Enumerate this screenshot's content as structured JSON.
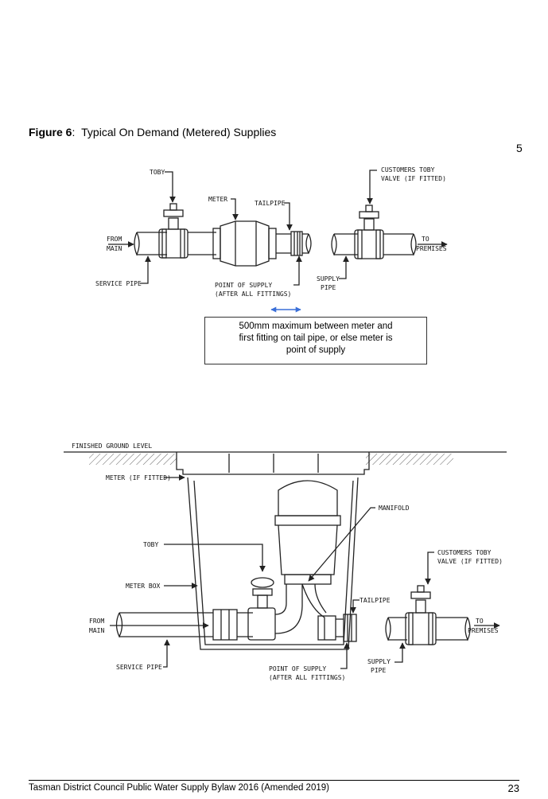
{
  "figure": {
    "label": "Figure 6",
    "sep": ":",
    "title": "Typical On Demand (Metered) Supplies"
  },
  "marker": "5",
  "diagram1": {
    "toby": "TOBY",
    "meter": "METER",
    "tailpipe": "TAILPIPE",
    "customers_toby_1": "CUSTOMERS TOBY",
    "customers_toby_2": "VALVE (IF FITTED)",
    "from": "FROM",
    "main": "MAIN",
    "to": "TO",
    "premises": "PREMISES",
    "service_pipe": "SERVICE PIPE",
    "point_supply_1": "POINT OF SUPPLY",
    "point_supply_2": "(AFTER ALL FITTINGS)",
    "supply": "SUPPLY",
    "pipe": "PIPE"
  },
  "note": {
    "line1": "500mm maximum between meter and",
    "line2": "first fitting on tail pipe, or else meter is",
    "line3": "point of supply"
  },
  "diagram2": {
    "finished_ground": "FINISHED GROUND LEVEL",
    "meter_if_fitted": "METER (IF FITTED)",
    "manifold": "MANIFOLD",
    "toby": "TOBY",
    "meter_box": "METER BOX",
    "tailpipe": "TAILPIPE",
    "customers_toby_1": "CUSTOMERS TOBY",
    "customers_toby_2": "VALVE (IF FITTED)",
    "from": "FROM",
    "main": "MAIN",
    "to": "TO",
    "premises": "PREMISES",
    "service_pipe": "SERVICE PIPE",
    "point_supply_1": "POINT OF SUPPLY",
    "point_supply_2": "(AFTER ALL FITTINGS)",
    "supply": "SUPPLY",
    "pipe": "PIPE"
  },
  "footer": {
    "text": "Tasman District Council Public Water Supply Bylaw 2016 (Amended 2019)",
    "page": "23"
  },
  "colors": {
    "arrow": "#3a6fd8",
    "line": "#222222"
  }
}
